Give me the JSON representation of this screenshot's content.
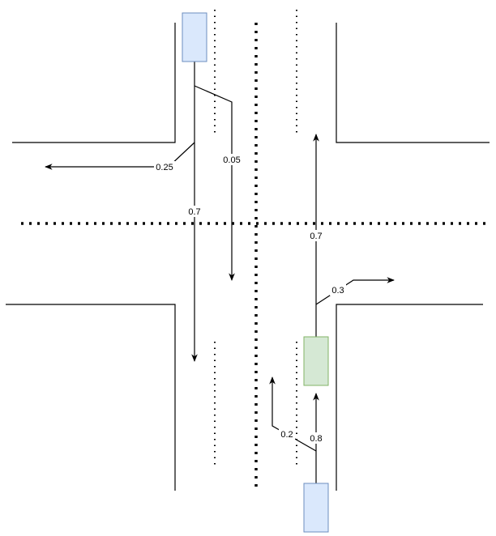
{
  "colors": {
    "vehicle_blue_fill": "#dae8fc",
    "vehicle_blue_stroke": "#6c8ebf",
    "vehicle_green_fill": "#d5e8d4",
    "vehicle_green_stroke": "#82b366"
  },
  "vehicles": [
    {
      "name": "vehicle-top-blue",
      "color": "blue"
    },
    {
      "name": "vehicle-middle-green",
      "color": "green"
    },
    {
      "name": "vehicle-bottom-blue",
      "color": "blue"
    }
  ],
  "labels": {
    "top_left_turn": "0.25",
    "top_uturn": "0.05",
    "top_straight": "0.7",
    "right_straight": "0.7",
    "right_turn": "0.3",
    "bottom_uturn": "0.2",
    "bottom_straight": "0.8"
  }
}
